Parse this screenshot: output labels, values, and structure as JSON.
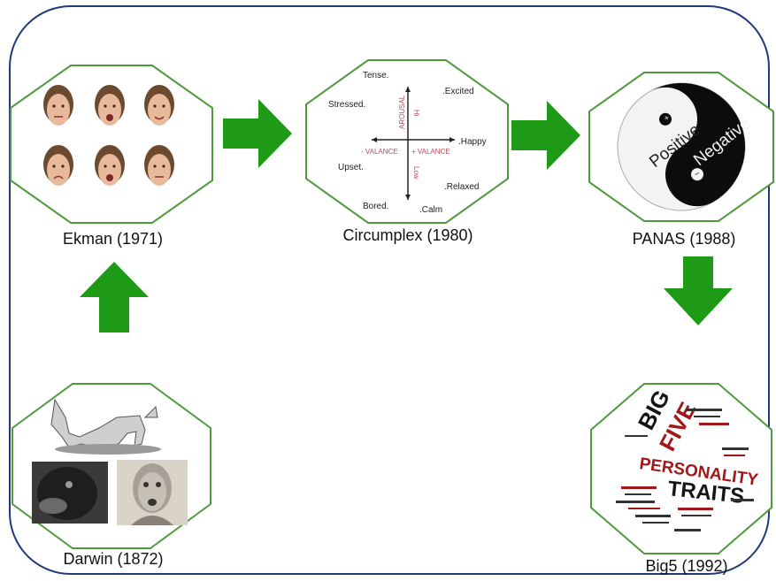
{
  "nodes": {
    "ekman": {
      "label": "Ekman (1971)"
    },
    "circumplex": {
      "label": "Circumplex (1980)",
      "words": {
        "tense": "Tense.",
        "excited": ".Excited",
        "stressed": "Stressed.",
        "happy": ".Happy",
        "upset": "Upset.",
        "relaxed": ".Relaxed",
        "bored": "Bored.",
        "calm": ".Calm",
        "neg_valance": "- VALANCE",
        "pos_valance": "+ VALANCE",
        "arousal": "AROUSAL",
        "hi": "Hi",
        "low": "Low"
      }
    },
    "panas": {
      "label": "PANAS (1988)",
      "positive": "Positive",
      "negative": "Negative"
    },
    "darwin": {
      "label": "Darwin (1872)"
    },
    "big5": {
      "label": "Big5 (1992)",
      "cloud": {
        "big": "BIG",
        "five": "FIVE",
        "personality": "PERSONALITY",
        "traits": "TRAITS"
      }
    }
  },
  "colors": {
    "frame": "#1f3a7a",
    "octagon_stroke": "#4e9a3c",
    "arrow": "#1e9a16",
    "circumplex_axis_text": "#b4505a",
    "cloud_red": "#a01818",
    "cloud_black": "#151515"
  }
}
